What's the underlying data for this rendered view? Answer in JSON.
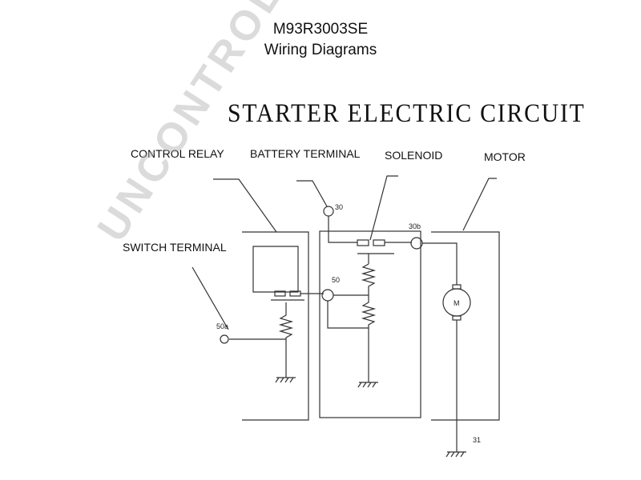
{
  "header": {
    "model": "M93R3003SE",
    "subtitle": "Wiring Diagrams",
    "circuit_title": "STARTER ELECTRIC CIRCUIT"
  },
  "labels": {
    "control_relay": "CONTROL RELAY",
    "battery_terminal": "BATTERY TERMINAL",
    "solenoid": "SOLENOID",
    "motor": "MOTOR",
    "switch_terminal": "SWITCH TERMINAL"
  },
  "terminals": {
    "battery": "30",
    "solenoid_out": "30b",
    "switch": "50",
    "switch_in": "50a",
    "motor_symbol": "M",
    "ground": "31"
  },
  "watermark": "UNCONTROLLED COPY"
}
